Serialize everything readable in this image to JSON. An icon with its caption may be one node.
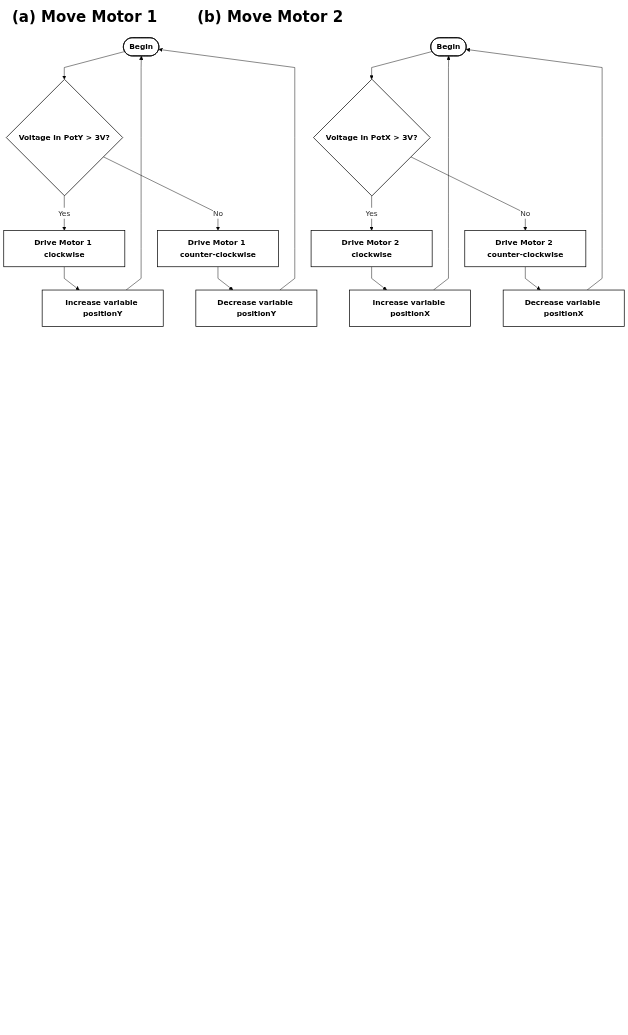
{
  "diagram": {
    "nodes": [
      {
        "text": [
          "Begin"
        ]
      },
      {
        "text": [
          "Voltage in PotY > 3V?"
        ]
      },
      {
        "text": [
          "Drive Motor 1 clockwise"
        ]
      },
      {
        "text": [
          "Increase variable positionY"
        ]
      },
      {
        "text": [
          "Drive Motor 1 counter-clockwise"
        ]
      },
      {
        "text": [
          "Decrease variable positionY"
        ]
      },
      {
        "text": [
          "Begin"
        ]
      },
      {
        "text": [
          "Voltage in PotX > 3V?"
        ]
      },
      {
        "text": [
          "Drive Motor 2 clockwise"
        ]
      },
      {
        "text": [
          "Increase variable positionX"
        ]
      },
      {
        "text": [
          "Drive Motor 2 counter-clockwise"
        ]
      },
      {
        "text": [
          "Decrease variable positionX"
        ]
      }
    ],
    "edges": [
      {
        "from": 0,
        "to": 1,
        "arrow": "to"
      },
      {
        "from": 1,
        "to": 2,
        "label": "Yes",
        "arrow": "to"
      },
      {
        "from": 2,
        "to": 3,
        "arrow": "to"
      },
      {
        "from": 3,
        "to": 0,
        "arrow": "to"
      },
      {
        "from": 1,
        "to": 4,
        "label": "No",
        "arrow": "to"
      },
      {
        "from": 4,
        "to": 5,
        "arrow": "to"
      },
      {
        "from": 5,
        "to": 0,
        "arrow": "to"
      },
      {
        "from": 6,
        "to": 7,
        "arrow": "to"
      },
      {
        "from": 7,
        "to": 8,
        "label": "Yes",
        "arrow": "to"
      },
      {
        "from": 8,
        "to": 9,
        "arrow": "to"
      },
      {
        "from": 9,
        "to": 6,
        "arrow": "to"
      },
      {
        "from": 7,
        "to": 10,
        "label": "No",
        "arrow": "to"
      },
      {
        "from": 10,
        "to": 11,
        "arrow": "to"
      },
      {
        "from": 11,
        "to": 6,
        "arrow": "to"
      }
    ],
    "labels": [
      "(a) Move Motor 1",
      "(b) Move Motor 2"
    ]
  }
}
